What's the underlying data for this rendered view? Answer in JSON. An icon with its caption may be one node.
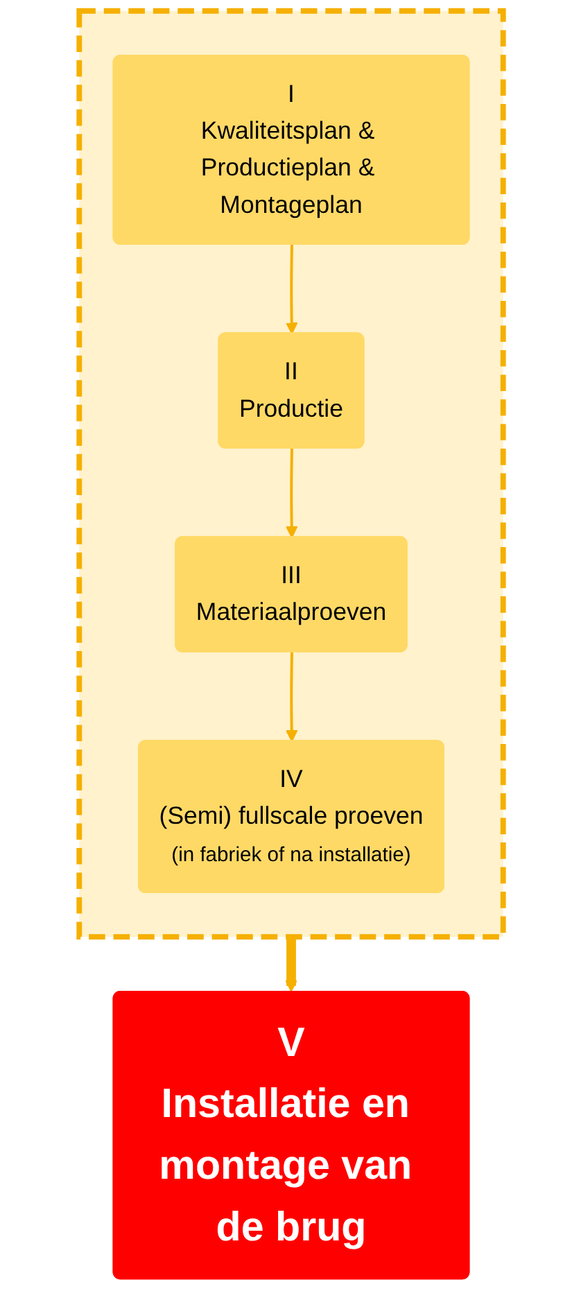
{
  "diagram": {
    "nodes": [
      {
        "text": [],
        "shape": "box"
      },
      {
        "text": [
          "I",
          "Kwaliteitsplan & Productieplan & Montageplan"
        ],
        "in": 0
      },
      {
        "text": [
          "II",
          "Productie"
        ],
        "in": 0
      },
      {
        "text": [
          "III",
          "Materiaalproeven"
        ],
        "in": 0
      },
      {
        "text": [
          "IV",
          "(Semi) fullscale proeven",
          "(in fabriek of na installatie)"
        ],
        "in": 0
      },
      {
        "text": [
          "V",
          "Installatie en montage van de brug"
        ]
      }
    ],
    "edges": [
      {
        "from": 1,
        "to": 2,
        "arrow": "to"
      },
      {
        "from": 2,
        "to": 3,
        "arrow": "to"
      },
      {
        "from": 3,
        "to": 4,
        "arrow": "to"
      },
      {
        "from": 0,
        "to": 5,
        "arrow": "to",
        "style": "thick"
      }
    ]
  }
}
